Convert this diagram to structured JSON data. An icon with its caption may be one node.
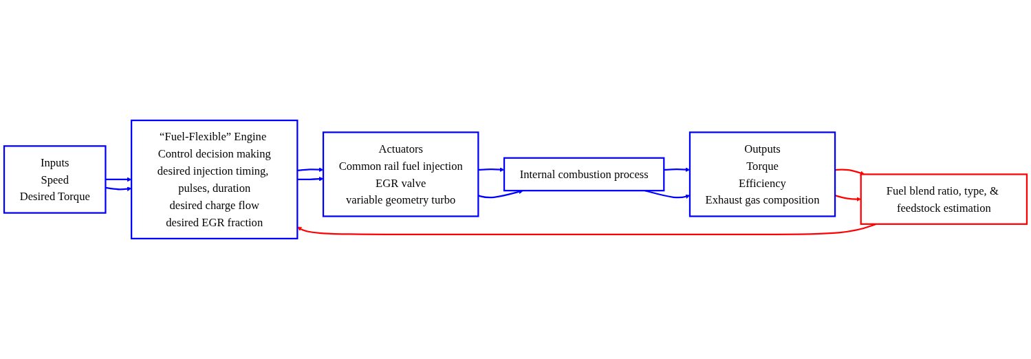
{
  "diagram": {
    "nodes": [
      {
        "text": [
          "Inputs",
          "Speed",
          "Desired Torque"
        ]
      },
      {
        "text": [
          "“Fuel-Flexible” Engine Control decision making",
          "desired injection timing, pulses, duration",
          "desired charge flow",
          "desired EGR fraction"
        ]
      },
      {
        "text": [
          "Actuators",
          "Common rail fuel injection",
          "EGR valve",
          "variable geometry turbo"
        ]
      },
      {
        "text": [
          "Internal combustion process"
        ]
      },
      {
        "text": [
          "Outputs",
          "Torque",
          "Efficiency",
          "Exhaust gas composition"
        ]
      },
      {
        "text": [
          "Fuel blend ratio, type, & feedstock estimation"
        ]
      }
    ],
    "edges": [
      {
        "from": 0,
        "to": 1,
        "arrow": "to"
      },
      {
        "from": 0,
        "to": 1,
        "arrow": "to"
      },
      {
        "from": 1,
        "to": 2,
        "arrow": "to"
      },
      {
        "from": 1,
        "to": 2,
        "arrow": "to"
      },
      {
        "from": 2,
        "to": 3,
        "arrow": "to"
      },
      {
        "from": 2,
        "to": 3,
        "arrow": "to"
      },
      {
        "from": 3,
        "to": 4,
        "arrow": "to"
      },
      {
        "from": 3,
        "to": 4,
        "arrow": "to"
      },
      {
        "from": 4,
        "to": 5,
        "arrow": "to",
        "color": "#ff0000"
      },
      {
        "from": 4,
        "to": 5,
        "arrow": "to",
        "color": "#ff0000"
      },
      {
        "from": 5,
        "to": 1,
        "arrow": "to",
        "color": "#ff0000"
      }
    ]
  }
}
